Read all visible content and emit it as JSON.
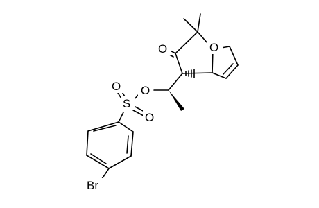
{
  "molecule": {
    "atoms": {
      "bromine": "Br",
      "sulfonyl_sulfur": "S",
      "sulfonyl_oxygen_top": "O",
      "sulfonyl_oxygen_bottom": "O",
      "ester_oxygen": "O",
      "ketone_oxygen": "O",
      "bridge_oxygen": "O"
    },
    "colors": {
      "bonds": "#000000",
      "labels": "#000000",
      "background": "#ffffff"
    }
  }
}
